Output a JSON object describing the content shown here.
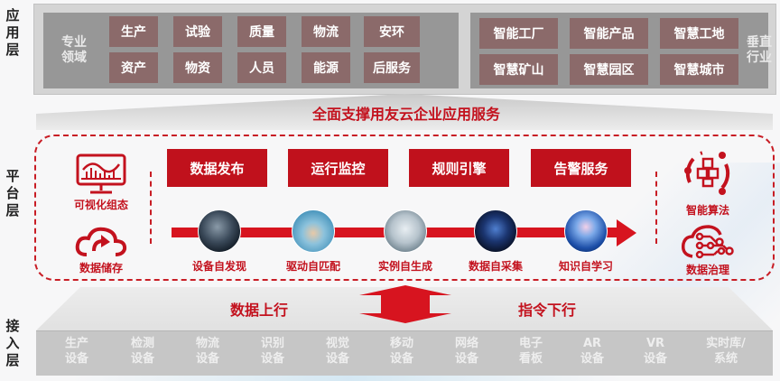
{
  "layers": {
    "application": "应用层",
    "platform": "平台层",
    "access": "接入层"
  },
  "app_layer": {
    "domain_label": "专业领域",
    "domain_cells": [
      [
        "生产",
        "试验",
        "质量",
        "物流",
        "安环"
      ],
      [
        "资产",
        "物资",
        "人员",
        "能源",
        "后服务"
      ]
    ],
    "industry_label": "垂直行业",
    "industry_cells": [
      [
        "智能工厂",
        "智能产品",
        "智慧工地"
      ],
      [
        "智慧矿山",
        "智慧园区",
        "智慧城市"
      ]
    ],
    "support_text": "全面支撑用友云企业应用服务"
  },
  "platform_layer": {
    "left_items": [
      {
        "label": "可视化组态",
        "icon": "monitor-chart-icon"
      },
      {
        "label": "数据储存",
        "icon": "cloud-upload-icon"
      }
    ],
    "functions": [
      "数据发布",
      "运行监控",
      "规则引擎",
      "告警服务"
    ],
    "flow_nodes": [
      {
        "label": "设备自发现",
        "image": "robot-face"
      },
      {
        "label": "驱动自匹配",
        "image": "handshake-gears"
      },
      {
        "label": "实例自生成",
        "image": "robot-arm"
      },
      {
        "label": "数据自采集",
        "image": "digital-robot"
      },
      {
        "label": "知识自学习",
        "image": "brain-circuit"
      }
    ],
    "right_items": [
      {
        "label": "智能算法",
        "icon": "cubes-cycle-icon"
      },
      {
        "label": "数据治理",
        "icon": "cloud-network-icon"
      }
    ]
  },
  "transfer": {
    "up": "数据上行",
    "down": "指令下行"
  },
  "access_layer": {
    "devices": [
      [
        "生产",
        "设备"
      ],
      [
        "检测",
        "设备"
      ],
      [
        "物流",
        "设备"
      ],
      [
        "识别",
        "设备"
      ],
      [
        "视觉",
        "设备"
      ],
      [
        "移动",
        "设备"
      ],
      [
        "网络",
        "设备"
      ],
      [
        "电子",
        "看板"
      ],
      [
        "AR",
        "设备"
      ],
      [
        "VR",
        "设备"
      ],
      [
        "实时库/",
        "系统"
      ]
    ]
  },
  "colors": {
    "accent_red": "#c3121e",
    "button_red": "#c0111c",
    "cell_brown": "#8b6a6a",
    "panel_gray": "#979797",
    "access_gray": "#c6c6c6"
  }
}
